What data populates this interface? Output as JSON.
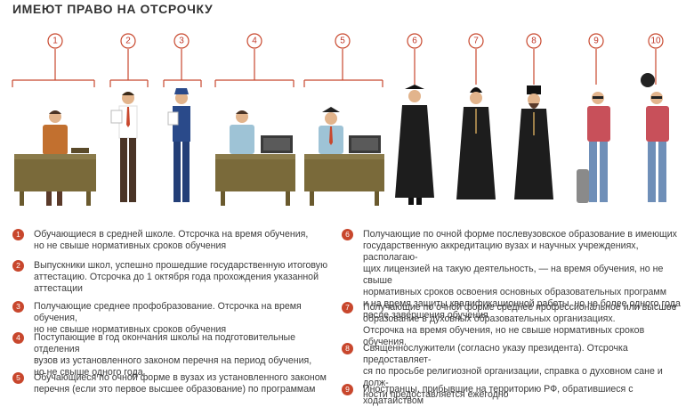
{
  "title": "ИМЕЮТ ПРАВО НА ОТСРОЧКУ",
  "markers": [
    "1",
    "2",
    "3",
    "4",
    "5",
    "6",
    "7",
    "8",
    "9",
    "10"
  ],
  "items": [
    {
      "num": "1",
      "text": "Обучающиеся в средней школе. Отсрочка на время обучения,\nно не свыше нормативных сроков обучения"
    },
    {
      "num": "2",
      "text": "Выпускники школ, успешно прошедшие государственную итоговую\nаттестацию. Отсрочка до 1 октября года прохождения указанной\nаттестации"
    },
    {
      "num": "3",
      "text": "Получающие среднее профобразование. Отсрочка на время обучения,\nно не свыше нормативных сроков обучения"
    },
    {
      "num": "4",
      "text": "Поступающие в год окончания школы на подготовительные отделения\nвузов из установленного законом перечня на период обучения,\nно не свыше одного года"
    },
    {
      "num": "5",
      "text": "Обучающиеся по очной форме в вузах из установленного законом\nперечня (если это первое высшее образование) по программам"
    },
    {
      "num": "6",
      "text": "Получающие по очной форме послевузовское образование в имеющих\nгосударственную аккредитацию вузах и научных учреждениях, располагаю-\nщих лицензией на такую деятельность, — на время обучения, но не свыше\nнормативных сроков освоения основных образовательных программ\nи на время защиты квалификационной работы, но не более одного года\nпосле завершения обучения"
    },
    {
      "num": "7",
      "text": "Получающие по очной форме среднее профессиональное или высшее\nобразование в духовных образовательных организациях.\nОтсрочка на время обучения, но не свыше нормативных сроков обучения."
    },
    {
      "num": "8",
      "text": "Священнослужители (согласно указу президента). Отсрочка предоставляет-\nся по просьбе религиозной организации, справка о духовном сане и долж-\nности предоставляется ежегодно"
    },
    {
      "num": "9",
      "text": "Иностранцы, прибывшие на территорию РФ, обратившиеся с ходатайством"
    }
  ],
  "colors": {
    "accent": "#c8472d",
    "desk": "#7a6a40",
    "line": "#c8472d"
  }
}
